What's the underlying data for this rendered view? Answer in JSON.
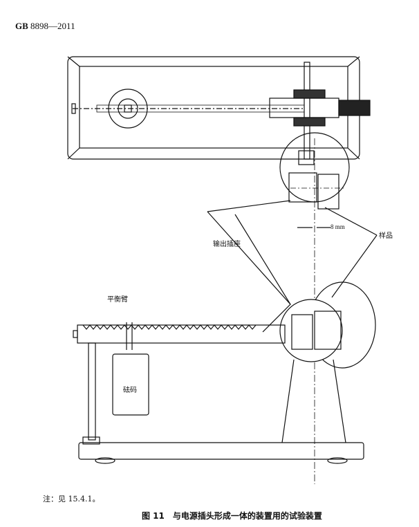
{
  "header": {
    "standard": "GB",
    "number": "8898—2011"
  },
  "labels": {
    "output_socket": "输出插座",
    "sample": "样品",
    "distance": "8 mm",
    "balance_arm": "平衡臂",
    "weight": "砝码"
  },
  "note": "注：见 15.4.1。",
  "caption": "图 11　与电源插头形成一体的装置用的试验装置"
}
